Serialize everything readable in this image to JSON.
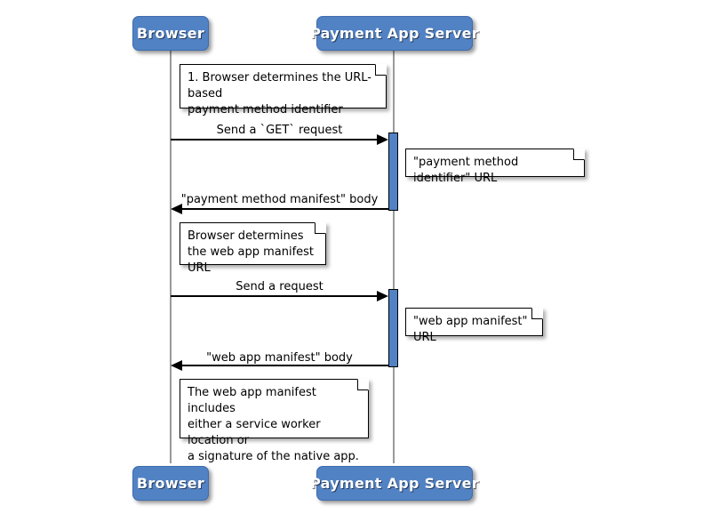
{
  "diagram": {
    "type": "uml-sequence-diagram",
    "title": "Payment method manifest retrieval sequence",
    "colors": {
      "participant_fill": "#5182C4",
      "participant_text": "#ffffff",
      "activation_fill": "#5182C4",
      "lifeline": "#9a9a9a",
      "note_fill": "#ffffff",
      "line": "#000000",
      "background": "#ffffff"
    },
    "participants": [
      {
        "id": "browser",
        "label": "Browser"
      },
      {
        "id": "server",
        "label": "Payment App Server"
      }
    ],
    "participants_bottom": [
      {
        "id": "browser",
        "label": "Browser"
      },
      {
        "id": "server",
        "label": "Payment App Server"
      }
    ],
    "messages": [
      {
        "id": "m1",
        "label": "Send a `GET` request",
        "from": "browser",
        "to": "server",
        "direction": "right"
      },
      {
        "id": "m2",
        "label": "\"payment method manifest\" body",
        "from": "server",
        "to": "browser",
        "direction": "left"
      },
      {
        "id": "m3",
        "label": "Send a request",
        "from": "browser",
        "to": "server",
        "direction": "right"
      },
      {
        "id": "m4",
        "label": "\"web app manifest\" body",
        "from": "server",
        "to": "browser",
        "direction": "left"
      }
    ],
    "notes": [
      {
        "id": "n1",
        "text": "1. Browser determines the URL-based\npayment method identifier",
        "side": "left"
      },
      {
        "id": "n2",
        "text": "\"payment method identifier\" URL",
        "side": "right"
      },
      {
        "id": "n3",
        "text": "Browser determines\nthe web app manifest URL",
        "side": "left"
      },
      {
        "id": "n4",
        "text": "\"web app manifest\" URL",
        "side": "right"
      },
      {
        "id": "n5",
        "text": "The web app manifest includes\neither a service worker location or\na signature of the native app.",
        "side": "left"
      }
    ]
  }
}
